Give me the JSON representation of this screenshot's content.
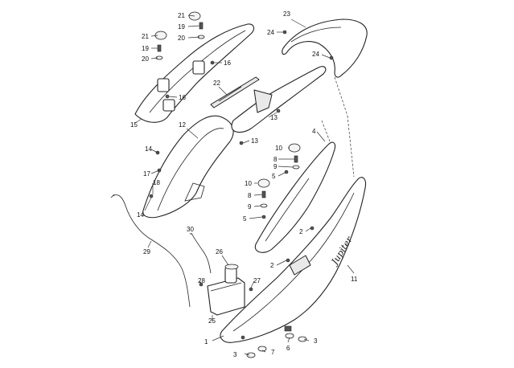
{
  "callouts": [
    "1",
    "2",
    "3",
    "4",
    "5",
    "6",
    "7",
    "8",
    "9",
    "10",
    "11",
    "12",
    "13",
    "14",
    "15",
    "16",
    "17",
    "18",
    "19",
    "20",
    "21",
    "22",
    "23",
    "24",
    "25",
    "26",
    "27",
    "28",
    "29",
    "30"
  ],
  "decal_text": "Jupiter"
}
